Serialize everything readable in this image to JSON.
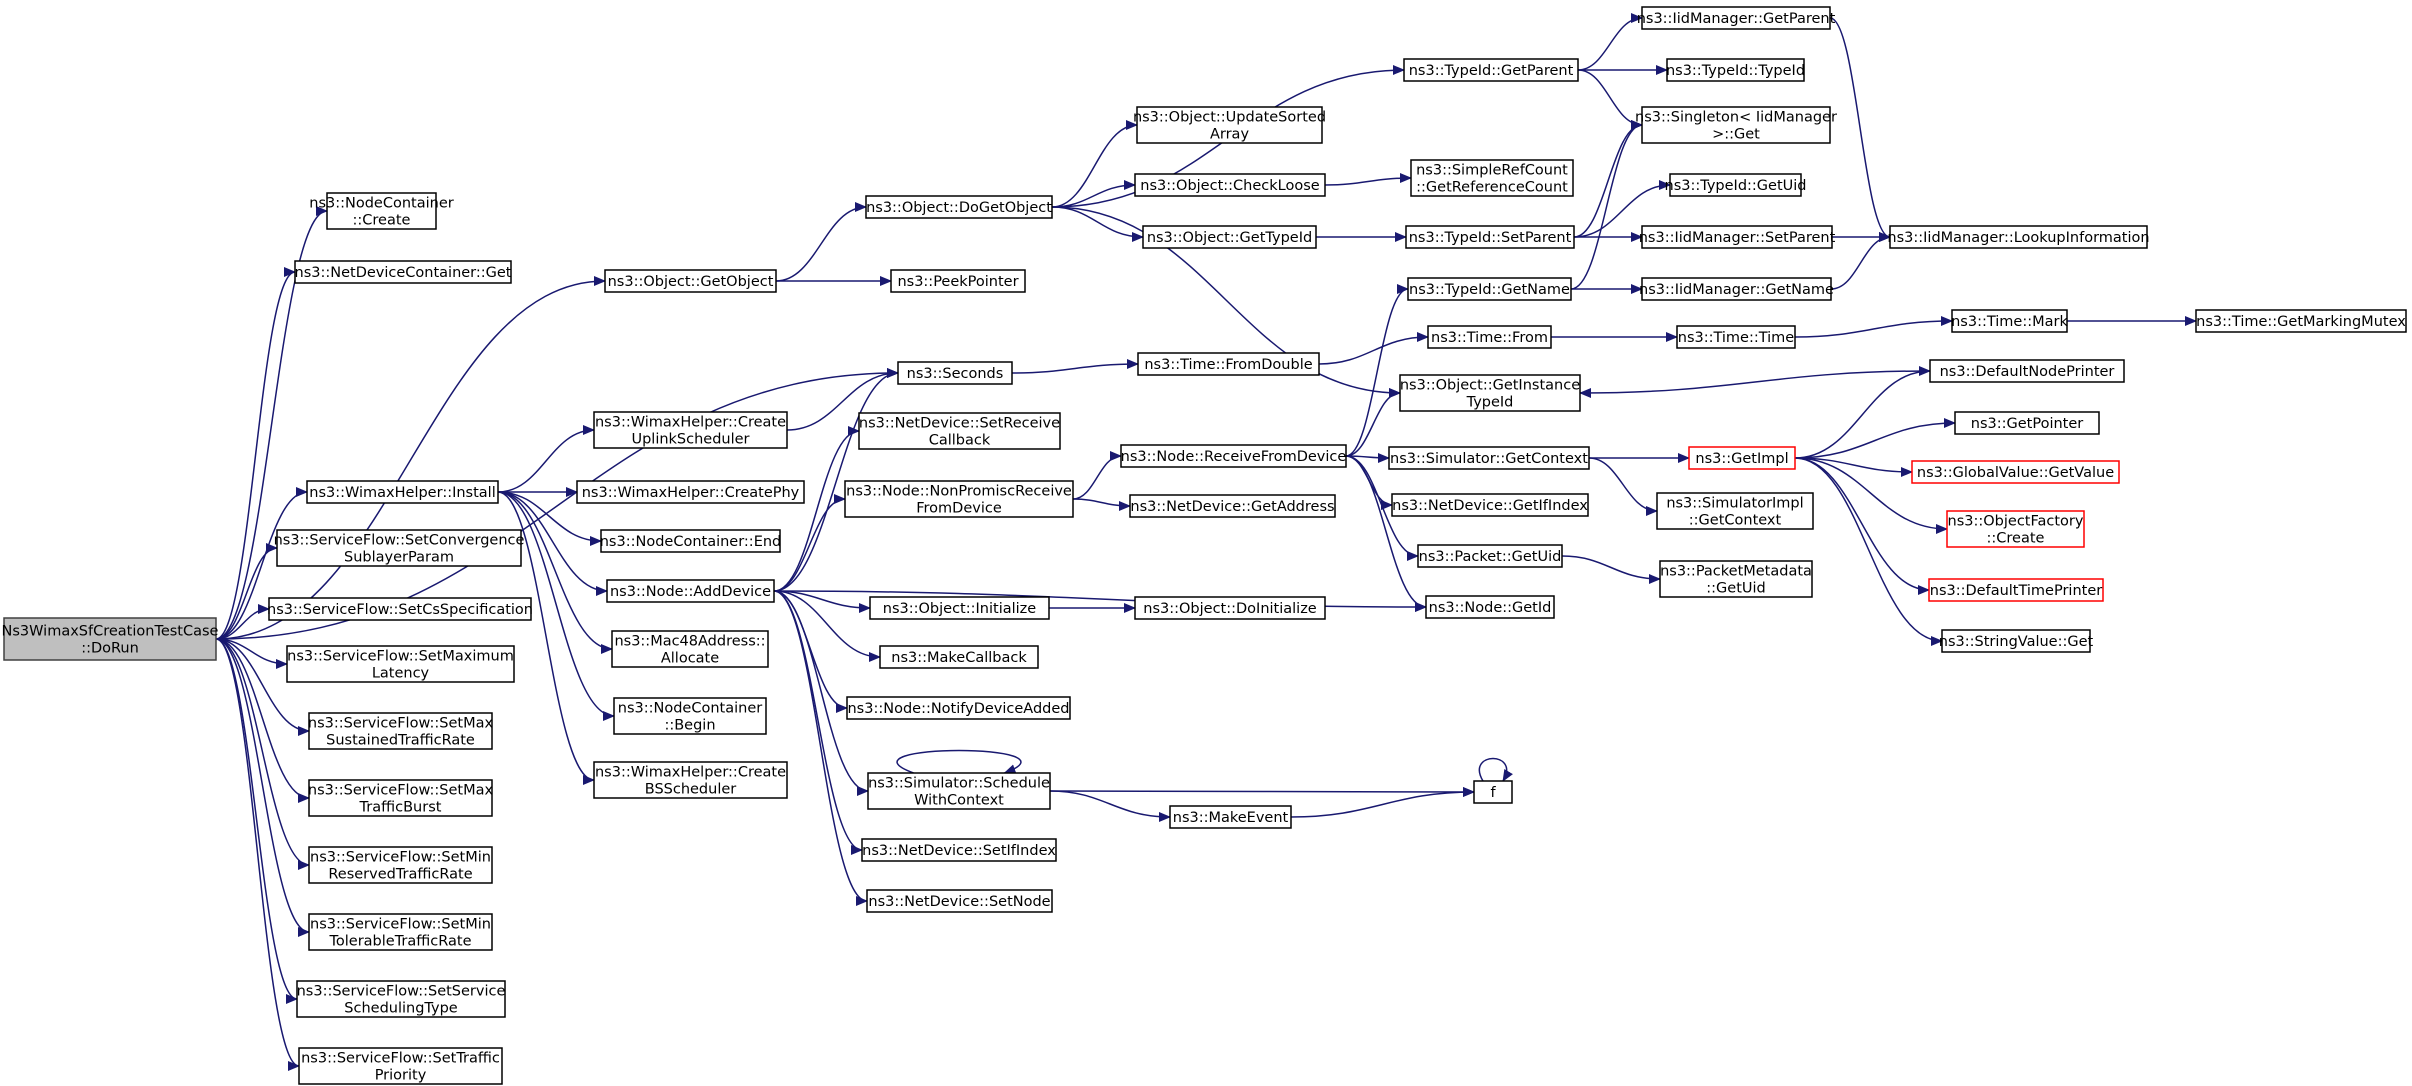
{
  "title": "",
  "colors": {
    "edge": "#191970",
    "root_fill": "#bfbfbf",
    "node_border": "#000000",
    "truncated_border": "#ff0000"
  },
  "nodes": {
    "root": {
      "lines": [
        "Ns3WimaxSfCreationTestCase",
        "::DoRun"
      ]
    },
    "nc_create": {
      "lines": [
        "ns3::NodeContainer",
        "::Create"
      ]
    },
    "ndc_get": {
      "lines": [
        "ns3::NetDeviceContainer::Get"
      ]
    },
    "obj_getobject": {
      "lines": [
        "ns3::Object::GetObject"
      ]
    },
    "seconds": {
      "lines": [
        "ns3::Seconds"
      ]
    },
    "wh_install": {
      "lines": [
        "ns3::WimaxHelper::Install"
      ]
    },
    "sf_setconv": {
      "lines": [
        "ns3::ServiceFlow::SetConvergence",
        "SublayerParam"
      ]
    },
    "sf_setcs": {
      "lines": [
        "ns3::ServiceFlow::SetCsSpecification"
      ]
    },
    "sf_setmaxlat": {
      "lines": [
        "ns3::ServiceFlow::SetMaximum",
        "Latency"
      ]
    },
    "sf_setmaxsus": {
      "lines": [
        "ns3::ServiceFlow::SetMax",
        "SustainedTrafficRate"
      ]
    },
    "sf_setmaxburst": {
      "lines": [
        "ns3::ServiceFlow::SetMax",
        "TrafficBurst"
      ]
    },
    "sf_setminres": {
      "lines": [
        "ns3::ServiceFlow::SetMin",
        "ReservedTrafficRate"
      ]
    },
    "sf_setmintol": {
      "lines": [
        "ns3::ServiceFlow::SetMin",
        "TolerableTrafficRate"
      ]
    },
    "sf_setsched": {
      "lines": [
        "ns3::ServiceFlow::SetService",
        "SchedulingType"
      ]
    },
    "sf_setprio": {
      "lines": [
        "ns3::ServiceFlow::SetTraffic",
        "Priority"
      ]
    },
    "obj_dogetobject": {
      "lines": [
        "ns3::Object::DoGetObject"
      ]
    },
    "peekpointer": {
      "lines": [
        "ns3::PeekPointer"
      ]
    },
    "time_fromdouble": {
      "lines": [
        "ns3::Time::FromDouble"
      ]
    },
    "wh_createup": {
      "lines": [
        "ns3::WimaxHelper::Create",
        "UplinkScheduler"
      ]
    },
    "wh_createphy": {
      "lines": [
        "ns3::WimaxHelper::CreatePhy"
      ]
    },
    "nc_end": {
      "lines": [
        "ns3::NodeContainer::End"
      ]
    },
    "node_adddevice": {
      "lines": [
        "ns3::Node::AddDevice"
      ]
    },
    "mac48_alloc": {
      "lines": [
        "ns3::Mac48Address::",
        "Allocate"
      ]
    },
    "nc_begin": {
      "lines": [
        "ns3::NodeContainer",
        "::Begin"
      ]
    },
    "wh_createbs": {
      "lines": [
        "ns3::WimaxHelper::Create",
        "BSScheduler"
      ]
    },
    "typeid_getparent": {
      "lines": [
        "ns3::TypeId::GetParent"
      ]
    },
    "obj_updatesorted": {
      "lines": [
        "ns3::Object::UpdateSorted",
        "Array"
      ]
    },
    "obj_checkloose": {
      "lines": [
        "ns3::Object::CheckLoose"
      ]
    },
    "obj_gettypeid": {
      "lines": [
        "ns3::Object::GetTypeId"
      ]
    },
    "nd_setreceive": {
      "lines": [
        "ns3::NetDevice::SetReceive",
        "Callback"
      ]
    },
    "node_nonpromisc": {
      "lines": [
        "ns3::Node::NonPromiscReceive",
        "FromDevice"
      ]
    },
    "obj_initialize": {
      "lines": [
        "ns3::Object::Initialize"
      ]
    },
    "makecallback": {
      "lines": [
        "ns3::MakeCallback"
      ]
    },
    "node_notify": {
      "lines": [
        "ns3::Node::NotifyDeviceAdded"
      ]
    },
    "sim_schedule": {
      "lines": [
        "ns3::Simulator::Schedule",
        "WithContext"
      ]
    },
    "nd_setifindex": {
      "lines": [
        "ns3::NetDevice::SetIfIndex"
      ]
    },
    "nd_setnode": {
      "lines": [
        "ns3::NetDevice::SetNode"
      ]
    },
    "iid_getparent": {
      "lines": [
        "ns3::IidManager::GetParent"
      ]
    },
    "typeid_typeid": {
      "lines": [
        "ns3::TypeId::TypeId"
      ]
    },
    "singleton_get": {
      "lines": [
        "ns3::Singleton< IidManager",
        " >::Get"
      ]
    },
    "simplerefcount": {
      "lines": [
        "ns3::SimpleRefCount",
        "::GetReferenceCount"
      ]
    },
    "typeid_getuid": {
      "lines": [
        "ns3::TypeId::GetUid"
      ]
    },
    "typeid_setparent": {
      "lines": [
        "ns3::TypeId::SetParent"
      ]
    },
    "iid_setparent": {
      "lines": [
        "ns3::IidManager::SetParent"
      ]
    },
    "iid_lookup": {
      "lines": [
        "ns3::IidManager::LookupInformation"
      ]
    },
    "typeid_getname": {
      "lines": [
        "ns3::TypeId::GetName"
      ]
    },
    "iid_getname": {
      "lines": [
        "ns3::IidManager::GetName"
      ]
    },
    "time_from": {
      "lines": [
        "ns3::Time::From"
      ]
    },
    "time_time": {
      "lines": [
        "ns3::Time::Time"
      ]
    },
    "time_mark": {
      "lines": [
        "ns3::Time::Mark"
      ]
    },
    "time_getmarkingmutex": {
      "lines": [
        "ns3::Time::GetMarkingMutex"
      ]
    },
    "obj_getinstancetypeid": {
      "lines": [
        "ns3::Object::GetInstance",
        "TypeId"
      ]
    },
    "node_receivefromdevice": {
      "lines": [
        "ns3::Node::ReceiveFromDevice"
      ]
    },
    "nd_getaddress": {
      "lines": [
        "ns3::NetDevice::GetAddress"
      ]
    },
    "sim_getcontext": {
      "lines": [
        "ns3::Simulator::GetContext"
      ]
    },
    "nd_getifindex": {
      "lines": [
        "ns3::NetDevice::GetIfIndex"
      ]
    },
    "packet_getuid": {
      "lines": [
        "ns3::Packet::GetUid"
      ]
    },
    "node_getid": {
      "lines": [
        "ns3::Node::GetId"
      ]
    },
    "obj_doinitialize": {
      "lines": [
        "ns3::Object::DoInitialize"
      ]
    },
    "makeevent": {
      "lines": [
        "ns3::MakeEvent"
      ]
    },
    "f": {
      "lines": [
        "f"
      ]
    },
    "getimpl": {
      "lines": [
        "ns3::GetImpl"
      ]
    },
    "simimpl_getcontext": {
      "lines": [
        "ns3::SimulatorImpl",
        "::GetContext"
      ]
    },
    "packetmeta_getuid": {
      "lines": [
        "ns3::PacketMetadata",
        "::GetUid"
      ]
    },
    "defaultnodeprinter": {
      "lines": [
        "ns3::DefaultNodePrinter"
      ]
    },
    "getpointer": {
      "lines": [
        "ns3::GetPointer"
      ]
    },
    "globalvalue_getvalue": {
      "lines": [
        "ns3::GlobalValue::GetValue"
      ]
    },
    "objectfactory_create": {
      "lines": [
        "ns3::ObjectFactory",
        "::Create"
      ]
    },
    "defaulttimeprinter": {
      "lines": [
        "ns3::DefaultTimePrinter"
      ]
    },
    "stringvalue_get": {
      "lines": [
        "ns3::StringValue::Get"
      ]
    }
  }
}
